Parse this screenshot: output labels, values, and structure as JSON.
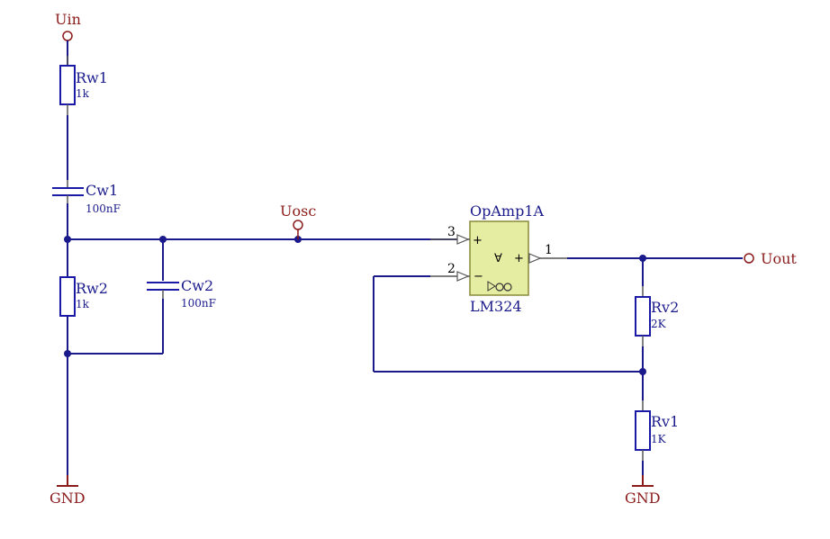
{
  "ports": {
    "uin": "Uin",
    "uosc": "Uosc",
    "uout": "Uout",
    "gnd_left": "GND",
    "gnd_right": "GND"
  },
  "components": {
    "rw1": {
      "designator": "Rw1",
      "value": "1k"
    },
    "cw1": {
      "designator": "Cw1",
      "value": "100nF"
    },
    "rw2": {
      "designator": "Rw2",
      "value": "1k"
    },
    "cw2": {
      "designator": "Cw2",
      "value": "100nF"
    },
    "rv2": {
      "designator": "Rv2",
      "value": "2K"
    },
    "rv1": {
      "designator": "Rv1",
      "value": "1K"
    },
    "opamp": {
      "designator": "OpAmp1A",
      "part": "LM324",
      "pin_plus_in": "3",
      "pin_minus_in": "2",
      "pin_out": "1",
      "mark_plus": "+",
      "mark_minus": "−",
      "mark_out_plus": "+",
      "mark_delta": "∀"
    }
  },
  "colors": {
    "wire": "#1a1a8c",
    "label_port": "#8b1a1a",
    "opamp_fill": "#e5eda3"
  }
}
